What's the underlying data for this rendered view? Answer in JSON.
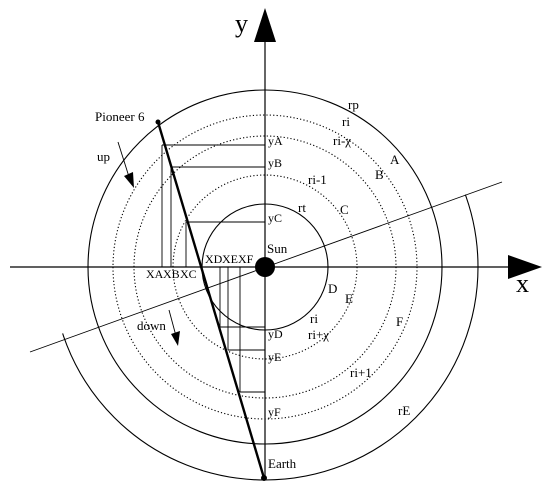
{
  "axes": {
    "x_label": "x",
    "y_label": "y"
  },
  "bodies": {
    "sun": "Sun",
    "earth": "Earth",
    "probe": "Pioneer 6"
  },
  "directions": {
    "up": "up",
    "down": "down"
  },
  "radius_labels": {
    "rp": "rp",
    "ri": "ri",
    "ri_minus_chi": "ri-χ",
    "ri_minus_1": "ri-1",
    "rt": "rt",
    "ri_lower": "ri",
    "ri_plus_chi": "ri+χ",
    "ri_plus_1": "ri+1",
    "rE": "rE"
  },
  "points": {
    "A": "A",
    "B": "B",
    "C": "C",
    "D": "D",
    "E": "E",
    "F": "F"
  },
  "y_ticks": {
    "yA": "yA",
    "yB": "yB",
    "yC": "yC",
    "yD": "yD",
    "yE": "yE",
    "yF": "yF"
  },
  "x_ticks": {
    "xA": "XA",
    "xB": "XB",
    "xC": "XC",
    "xD": "XD",
    "xE": "XE",
    "xF": "XF"
  }
}
